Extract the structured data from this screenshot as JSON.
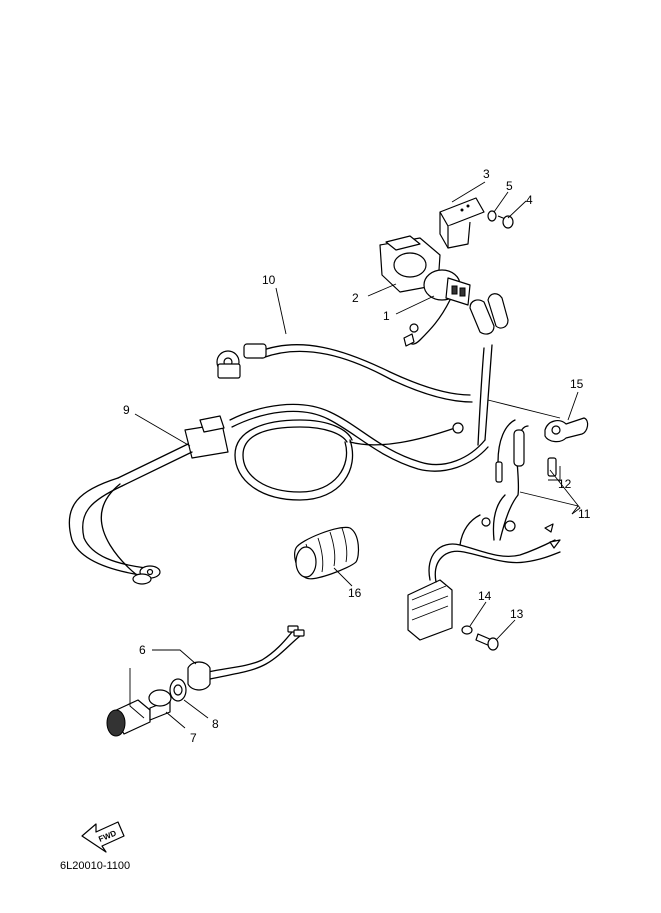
{
  "diagram": {
    "doc_code": "6L20010-1100",
    "fwd_label": "FWD",
    "callouts": [
      {
        "id": "1",
        "text": "1"
      },
      {
        "id": "2",
        "text": "2"
      },
      {
        "id": "3",
        "text": "3"
      },
      {
        "id": "4",
        "text": "4"
      },
      {
        "id": "5",
        "text": "5"
      },
      {
        "id": "6",
        "text": "6"
      },
      {
        "id": "7",
        "text": "7"
      },
      {
        "id": "8",
        "text": "8"
      },
      {
        "id": "9",
        "text": "9"
      },
      {
        "id": "10",
        "text": "10"
      },
      {
        "id": "11",
        "text": "11"
      },
      {
        "id": "12",
        "text": "12"
      },
      {
        "id": "13",
        "text": "13"
      },
      {
        "id": "14",
        "text": "14"
      },
      {
        "id": "15",
        "text": "15"
      },
      {
        "id": "16",
        "text": "16"
      }
    ]
  }
}
